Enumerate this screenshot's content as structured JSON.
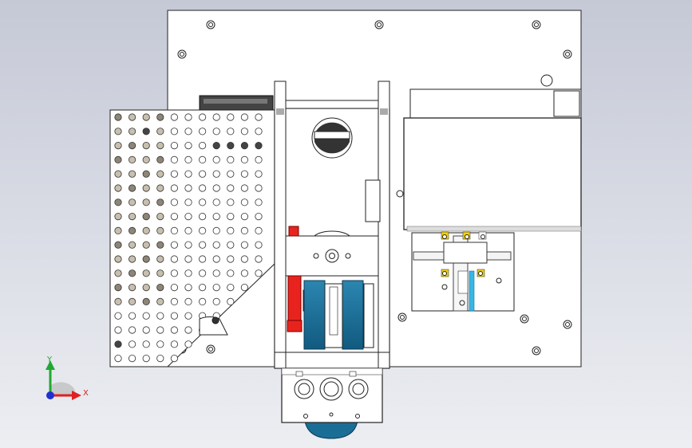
{
  "viewport": {
    "background_top": "#c5c9d6",
    "background_bottom": "#eceef2"
  },
  "colors": {
    "part_fill": "#ffffff",
    "edge": "#222222",
    "accent_red": "#e8231e",
    "accent_blue": "#1a6e96",
    "accent_yellow": "#f4d000",
    "accent_cyan": "#38b6e4",
    "hole_dark": "#555555",
    "hole_gray": "#c8bfae"
  },
  "triad": {
    "y_label": "Y",
    "x_label": "X",
    "y_color": "#22a832",
    "x_color": "#e02020",
    "z_color": "#2030d0"
  },
  "model": {
    "view": "top view",
    "perforated_grid": {
      "rows": 18,
      "cols": 11
    }
  }
}
